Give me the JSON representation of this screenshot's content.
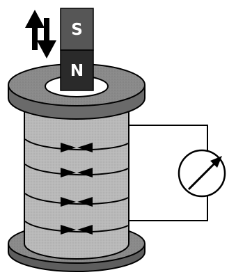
{
  "diagram": {
    "magnet": {
      "top_pole_label": "S",
      "bottom_pole_label": "N",
      "motion_indicator": "up-down-double-arrow-icon"
    },
    "coil": {
      "turns": 4,
      "current_direction_marker": "bowtie-arrow-icon"
    },
    "meter": {
      "icon": "galvanometer-icon"
    },
    "colors": {
      "magnet_south": "#565656",
      "magnet_north": "#2a2a2a",
      "coil_body": "#b5b5b5",
      "flange": "#8c8c8c",
      "outline": "#000000",
      "pole_text": "#ffffff"
    }
  }
}
